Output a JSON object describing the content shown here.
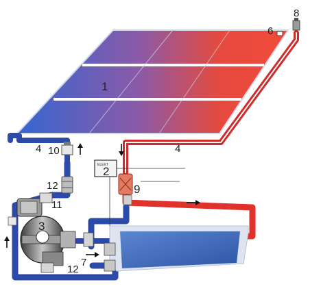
{
  "labels": {
    "collector": "1",
    "controller": "2",
    "filter": "3",
    "pipe_return": "4",
    "pipe_supply": "4",
    "sensor_panel": "6",
    "valve_lower": "7",
    "air_vent": "8",
    "mixing_valve": "9",
    "check_valve_top": "10",
    "pump": "11",
    "valve_mid": "12",
    "valve_bottom": "12",
    "controller_display": "ELEKT"
  },
  "colors": {
    "cold_pipe": "#2c4aa8",
    "hot_pipe": "#e0312b",
    "collector_cold": "#3b6fd6",
    "collector_mid": "#9c4d9e",
    "collector_hot": "#f0463a",
    "pool_water": "#3e6bbd",
    "pool_frame": "#dde4ef",
    "controller_box": "#f4f4f4",
    "wire": "#333333"
  },
  "icons": {
    "flow_arrow_up_left": "arrow-up-icon",
    "flow_arrow_down_mid": "arrow-down-icon",
    "flow_arrow_right_top": "arrow-right-icon",
    "flow_arrow_right_bottom": "arrow-right-icon",
    "flow_arrow_up_filter": "arrow-up-icon"
  }
}
